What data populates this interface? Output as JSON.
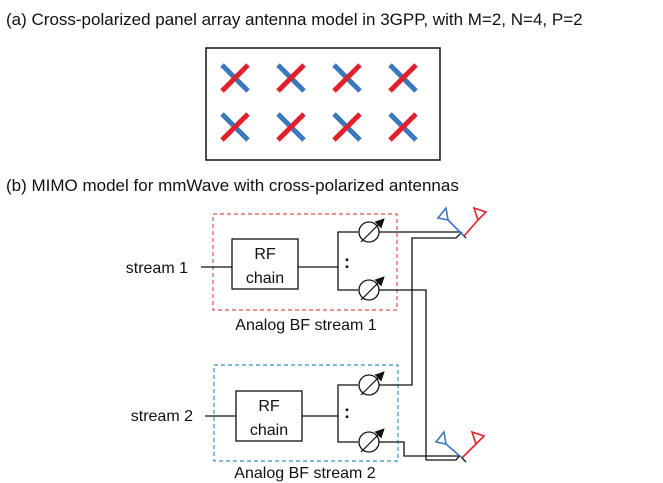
{
  "panel_a": {
    "caption": "(a) Cross-polarized  panel array antenna model in 3GPP, with M=2, N=4, P=2",
    "rows": 2,
    "columns": 4,
    "colors": {
      "pol_red": "#e0202a",
      "pol_blue": "#3a78c0"
    }
  },
  "panel_b": {
    "caption": "(b) MIMO model for mmWave with cross-polarized  antennas",
    "stream1": {
      "input_label": "stream 1",
      "rf_line1": "RF",
      "rf_line2": "chain",
      "dots": ":",
      "group_label": "Analog BF stream 1",
      "frame_color": "#e05050"
    },
    "stream2": {
      "input_label": "stream 2",
      "rf_line1": "RF",
      "rf_line2": "chain",
      "dots": ":",
      "group_label": "Analog BF stream 2",
      "frame_color": "#3a8fc8"
    },
    "antenna_colors": {
      "left": "#3a78c0",
      "right": "#e0202a"
    }
  }
}
